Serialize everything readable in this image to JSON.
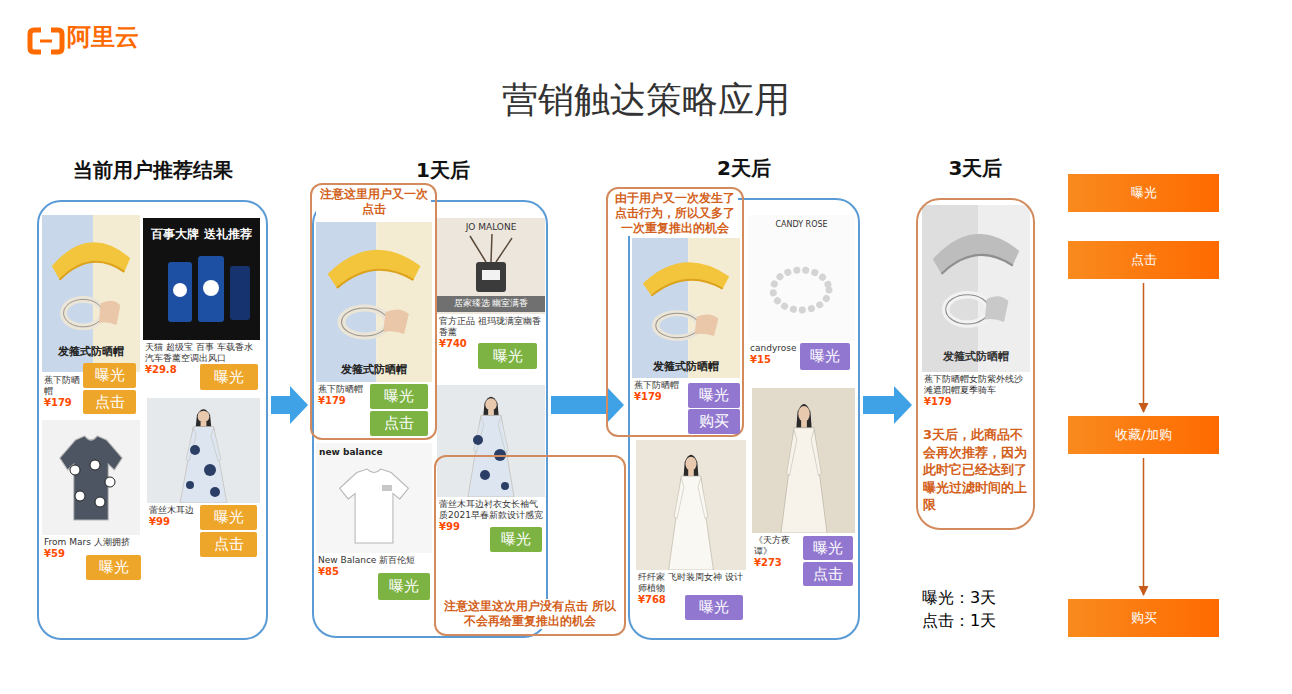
{
  "diagram": {
    "title": "营销触达策略应用",
    "nodes": [
      {
        "text": [
          "当前用户推荐结果"
        ]
      },
      {
        "text": [
          "蕉下防晒帽",
          "¥179"
        ],
        "in": 0
      },
      {
        "text": [
          "曝光"
        ],
        "in": 1
      },
      {
        "text": [
          "点击"
        ],
        "in": 1
      },
      {
        "text": [
          "天猫 超级宝 百事 车载香水汽车香薰空调出风口",
          "¥29.8"
        ],
        "in": 0
      },
      {
        "text": [
          "曝光"
        ],
        "in": 4
      },
      {
        "text": [
          "From Mars 人潮拥挤",
          "¥59"
        ],
        "in": 0
      },
      {
        "text": [
          "曝光"
        ],
        "in": 6
      },
      {
        "text": [
          "蕾丝木耳边",
          "¥99"
        ],
        "in": 0
      },
      {
        "text": [
          "曝光"
        ],
        "in": 8
      },
      {
        "text": [
          "点击"
        ],
        "in": 8
      },
      {
        "text": [
          "1天后"
        ]
      },
      {
        "text": [
          "注意这里用户又一次点击"
        ],
        "in": 11
      },
      {
        "text": [
          "蕉下防晒帽",
          "¥179"
        ],
        "in": 12
      },
      {
        "text": [
          "曝光"
        ],
        "in": 13
      },
      {
        "text": [
          "点击"
        ],
        "in": 13
      },
      {
        "text": [
          "官方正品 祖玛珑满室幽香香薰",
          "¥740"
        ],
        "in": 11
      },
      {
        "text": [
          "曝光"
        ],
        "in": 16
      },
      {
        "text": [
          "New Balance 新百伦短",
          "¥85"
        ],
        "in": 11
      },
      {
        "text": [
          "曝光"
        ],
        "in": 18
      },
      {
        "text": [
          "蕾丝木耳边衬衣女长袖气质2021早春新款设计感宽",
          "¥99"
        ],
        "in": 11
      },
      {
        "text": [
          "曝光"
        ],
        "in": 20
      },
      {
        "text": [
          "注意这里这次用户没有点击 所以不会再给重复推出的机会"
        ],
        "in": 11
      },
      {
        "text": [
          "2天后"
        ]
      },
      {
        "text": [
          "由于用户又一次发生了点击行为，所以又多了一次重复推出的机会"
        ],
        "in": 23
      },
      {
        "text": [
          "蕉下防晒帽",
          "¥179"
        ],
        "in": 24
      },
      {
        "text": [
          "曝光"
        ],
        "in": 25
      },
      {
        "text": [
          "购买"
        ],
        "in": 25
      },
      {
        "text": [
          "candyrose",
          "¥15"
        ],
        "in": 23
      },
      {
        "text": [
          "曝光"
        ],
        "in": 28
      },
      {
        "text": [
          "纤纤家 飞时装周女神 设计师植物",
          "¥768"
        ],
        "in": 23
      },
      {
        "text": [
          "曝光"
        ],
        "in": 30
      },
      {
        "text": [
          "《天方夜谭》",
          "¥273"
        ],
        "in": 23
      },
      {
        "text": [
          "曝光"
        ],
        "in": 32
      },
      {
        "text": [
          "点击"
        ],
        "in": 32
      },
      {
        "text": [
          "3天后",
          "3天后，此商品不会再次推荐，因为此时它已经达到了曝光过滤时间的上限"
        ]
      },
      {
        "text": [
          "蕉下防晒帽女防紫外线沙滩遮阳帽夏季骑车",
          "¥179"
        ],
        "in": 35
      },
      {
        "text": [
          "曝光"
        ]
      },
      {
        "text": [
          "点击"
        ]
      },
      {
        "text": [
          "收藏/加购"
        ]
      },
      {
        "text": [
          "购买"
        ]
      }
    ],
    "edges": [
      {
        "from": 0,
        "to": 11,
        "arrow": "to"
      },
      {
        "from": 11,
        "to": 23,
        "arrow": "to"
      },
      {
        "from": 23,
        "to": 35,
        "arrow": "to"
      },
      {
        "from": 38,
        "to": 39,
        "arrow": "to"
      },
      {
        "from": 39,
        "to": 40,
        "arrow": "to"
      }
    ],
    "labels": [
      "阿里云",
      "发箍式防晒帽",
      "百事大牌 送礼推荐",
      "发箍式防晒帽",
      "JO MALONE",
      "居家臻选 幽室满香",
      "new balance",
      "发箍式防晒帽",
      "CANDY ROSE",
      "发箍式防晒帽",
      "曝光：3天",
      "点击：1天"
    ]
  }
}
